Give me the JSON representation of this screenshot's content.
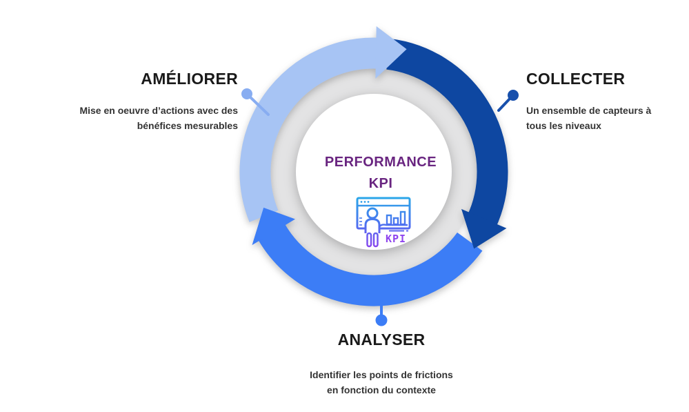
{
  "diagram": {
    "center": {
      "title_line1": "PERFORMANCE",
      "title_line2": "KPI",
      "icon": "kpi-dashboard-icon",
      "icon_label": "KPI"
    },
    "steps": [
      {
        "id": "ameliorer",
        "title": "AMÉLIORER",
        "desc_line1": "Mise en oeuvre d’actions avec des",
        "desc_line2": "bénéfices mesurables",
        "position": "left",
        "color": "#A7C4F4"
      },
      {
        "id": "collecter",
        "title": "COLLECTER",
        "desc_line1": "Un ensemble de capteurs à",
        "desc_line2": "tous les niveaux",
        "position": "right",
        "color": "#0E47A1"
      },
      {
        "id": "analyser",
        "title": "ANALYSER",
        "desc_line1": "Identifier les points de frictions",
        "desc_line2": "en fonction du contexte",
        "position": "bottom",
        "color": "#3C7DF6"
      }
    ]
  },
  "colors": {
    "arc_light": "#A7C4F4",
    "arc_dark": "#0E47A1",
    "arc_mid": "#3C7DF6",
    "ring_track": "#E3E3E4",
    "conn_light": "#88ADF1",
    "conn_dark": "#1850AC",
    "conn_mid": "#3C7DF6",
    "step_title": "#1A1A1A",
    "step_desc": "#333333",
    "center_title": "#692580",
    "icon_gradient_top": "#29A8E8",
    "icon_gradient_bottom": "#8F45EE"
  }
}
